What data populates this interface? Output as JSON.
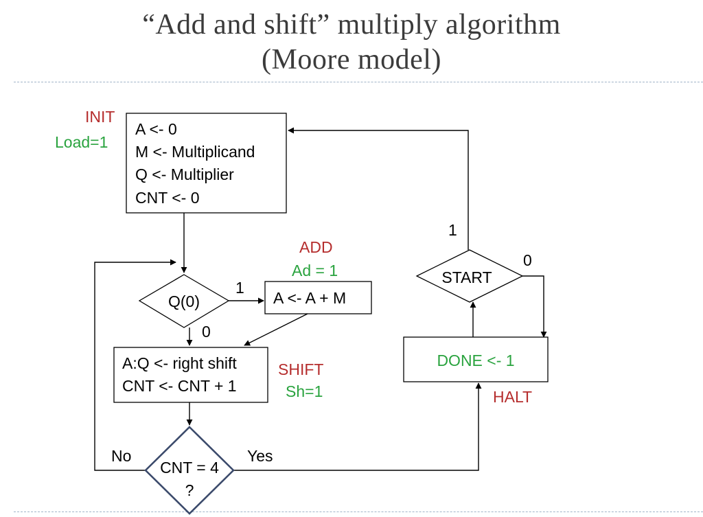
{
  "title": {
    "line1": "“Add and shift” multiply algorithm",
    "line2": "(Moore model)"
  },
  "init": {
    "state": "INIT",
    "output": "Load=1",
    "lines": [
      "A <- 0",
      "M <- Multiplicand",
      "Q <- Multiplier",
      "CNT <- 0"
    ]
  },
  "q0": {
    "label": "Q(0)",
    "one": "1",
    "zero": "0"
  },
  "add": {
    "state": "ADD",
    "output": "Ad = 1",
    "line": "A <- A + M"
  },
  "shift": {
    "state": "SHIFT",
    "output": "Sh=1",
    "lines": [
      "A:Q <- right shift",
      "CNT <- CNT + 1"
    ]
  },
  "cnt": {
    "line1": "CNT = 4",
    "line2": "?",
    "no": "No",
    "yes": "Yes"
  },
  "halt": {
    "state": "HALT",
    "line": "DONE <- 1"
  },
  "start": {
    "label": "START",
    "one": "1",
    "zero": "0"
  },
  "colors": {
    "state_name": "#b52d2d",
    "output_signal": "#2aa33f",
    "title": "#3b3b3b",
    "divider": "#9fb3c8"
  }
}
